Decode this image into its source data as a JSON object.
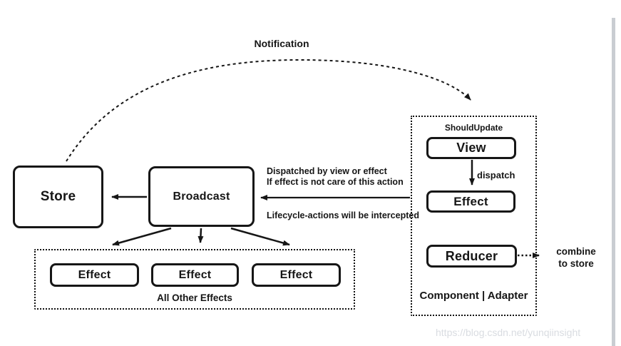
{
  "diagram": {
    "notification_label": "Notification",
    "store_label": "Store",
    "broadcast_label": "Broadcast",
    "annotation_dispatched_line1": "Dispatched by view or effect",
    "annotation_dispatched_line2": "If effect is not care of this action",
    "annotation_lifecycle": "Lifecycle-actions will be intercepted",
    "adapter_panel": {
      "should_update_label": "ShouldUpdate",
      "view_label": "View",
      "dispatch_label": "dispatch",
      "effect_label": "Effect",
      "reducer_label": "Reducer",
      "combine_line1": "combine",
      "combine_line2": "to store",
      "footer_label": "Component | Adapter"
    },
    "effects_panel": {
      "items": [
        "Effect",
        "Effect",
        "Effect"
      ],
      "label": "All Other Effects"
    }
  },
  "watermark": "https://blog.csdn.net/yunqiinsight",
  "colors": {
    "line": "#161616",
    "watermark": "#d9dce1",
    "scrollbar": "#c9cdd2"
  }
}
